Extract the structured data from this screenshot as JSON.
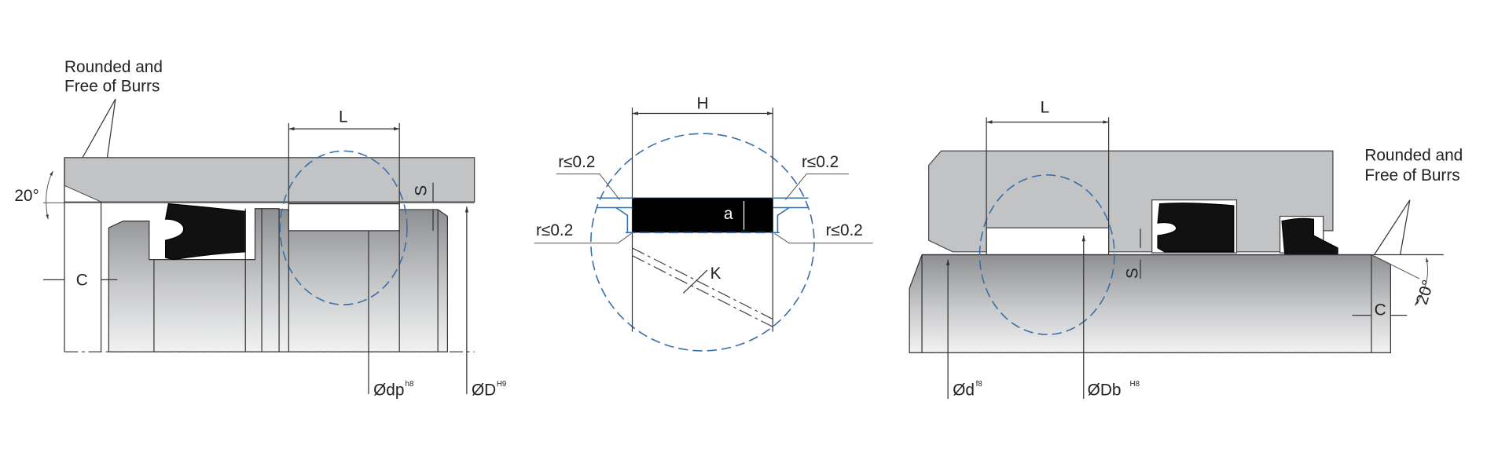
{
  "colors": {
    "housing": "#c2c3c5",
    "metal_dark": "#8e8f92",
    "metal_light": "#f2f2f2",
    "seal": "#111111",
    "detail_circle": "#3a6ea8"
  },
  "left": {
    "note_line1": "Rounded and",
    "note_line2": "Free of Burrs",
    "angle": "20°",
    "dim_L": "L",
    "dim_S": "S",
    "dim_C": "C",
    "dp_label": "Ødp",
    "dp_tol": "h8",
    "D_label": "ØD",
    "D_tol": "H9"
  },
  "middle": {
    "dim_H": "H",
    "dim_a": "a",
    "dim_K": "K",
    "radius_top_left": "r≤0.2",
    "radius_top_right": "r≤0.2",
    "radius_bottom_left": "r≤0.2",
    "radius_bottom_right": "r≤0.2"
  },
  "right": {
    "note_line1": "Rounded and",
    "note_line2": "Free of Burrs",
    "angle": "20°",
    "dim_L": "L",
    "dim_S": "S",
    "dim_C": "C",
    "d_label": "Ød",
    "d_tol": "f8",
    "Db_label": "ØDb",
    "Db_tol": "H8"
  }
}
